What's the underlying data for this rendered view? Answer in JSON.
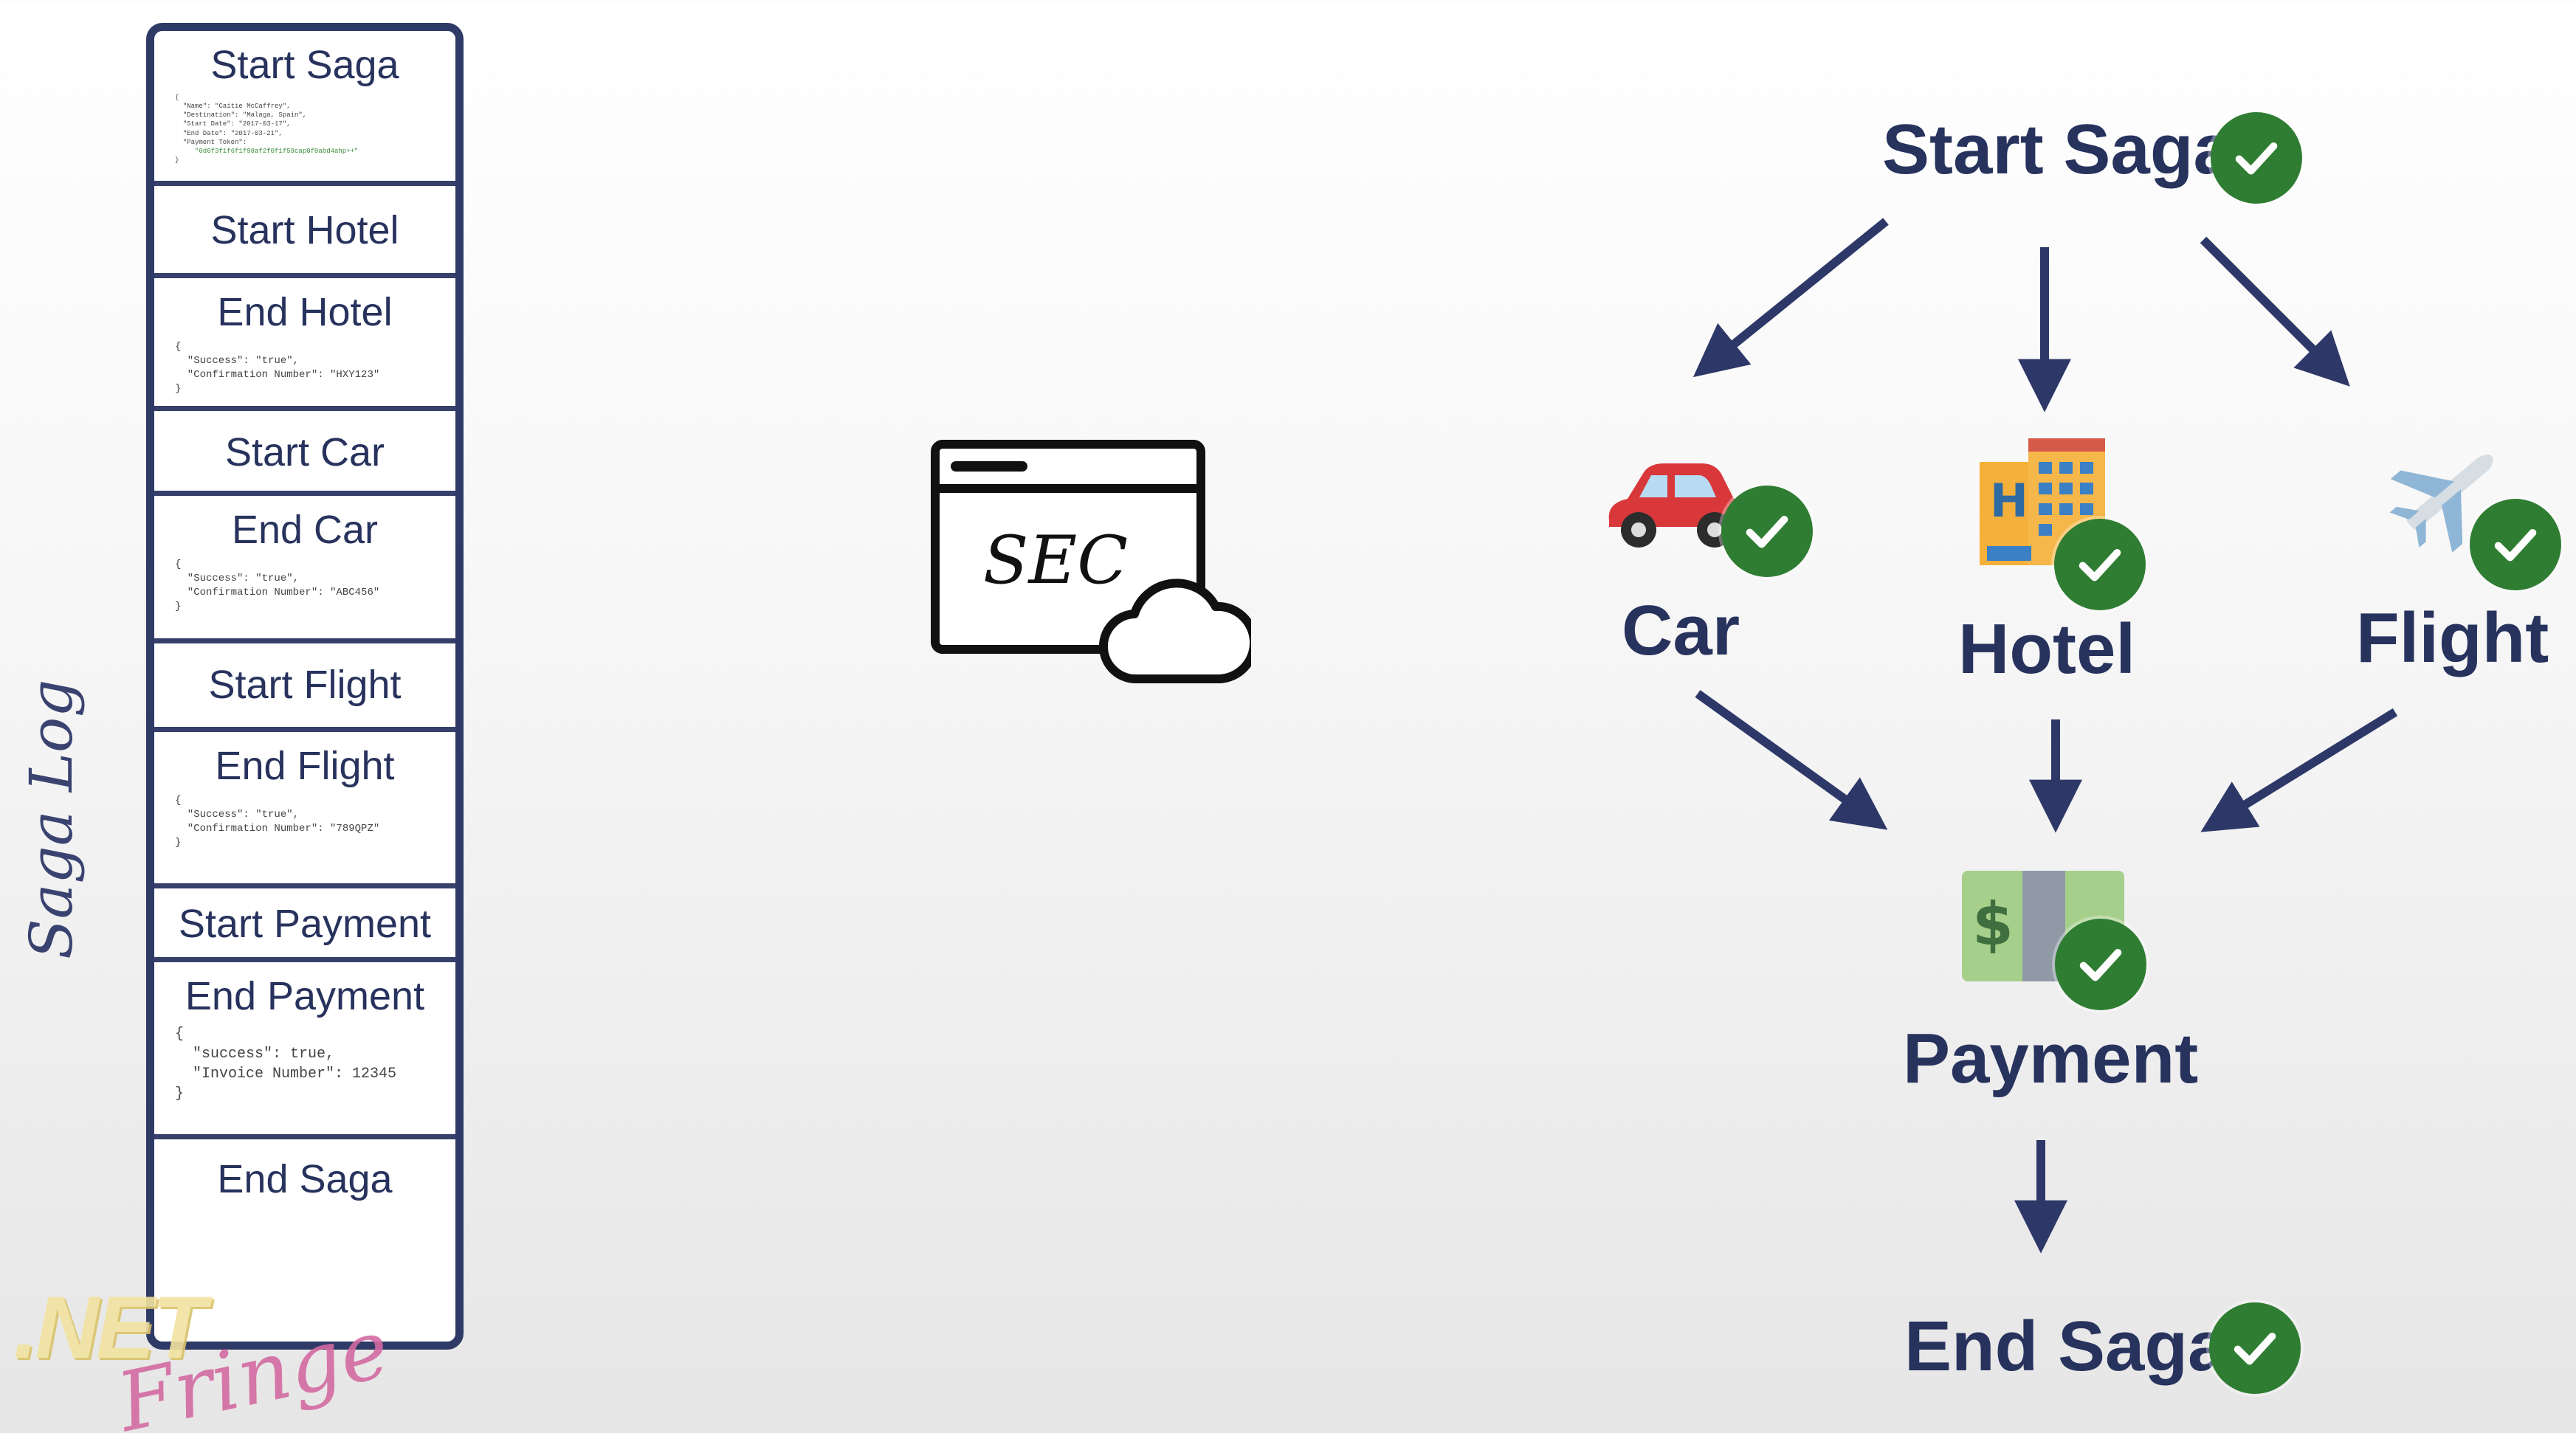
{
  "saga_log": {
    "label": "Saga Log",
    "entries": [
      {
        "title": "Start Saga",
        "json_lines": [
          "{",
          "  \"Name\": \"Caitie McCaffrey\",",
          "  \"Destination\": \"Malaga, Spain\",",
          "  \"Start Date\": \"2017-03-17\",",
          "  \"End Date\": \"2017-03-21\",",
          "  \"Payment Token\":",
          "     \"0d0f3f1f6f1f98af2f0f1f59cap0f0abd4ahp++\"",
          "}"
        ]
      },
      {
        "title": "Start Hotel",
        "json_lines": []
      },
      {
        "title": "End Hotel",
        "json_lines": [
          "{",
          "  \"Success\": \"true\",",
          "  \"Confirmation Number\": \"HXY123\"",
          "}"
        ]
      },
      {
        "title": "Start Car",
        "json_lines": []
      },
      {
        "title": "End Car",
        "json_lines": [
          "{",
          "  \"Success\": \"true\",",
          "  \"Confirmation Number\": \"ABC456\"",
          "}"
        ]
      },
      {
        "title": "Start Flight",
        "json_lines": []
      },
      {
        "title": "End Flight",
        "json_lines": [
          "{",
          "  \"Success\": \"true\",",
          "  \"Confirmation Number\": \"789QPZ\"",
          "}"
        ]
      },
      {
        "title": "Start Payment",
        "json_lines": []
      },
      {
        "title": "End Payment",
        "json_lines": [
          "{",
          "  \"success\": true,",
          "  \"Invoice Number\": 12345",
          "}"
        ]
      },
      {
        "title": "End Saga",
        "json_lines": []
      }
    ]
  },
  "sec": {
    "label": "SEC",
    "icon": "browser-window-cloud-icon"
  },
  "flow": {
    "start": "Start Saga",
    "car": "Car",
    "hotel": "Hotel",
    "flight": "Flight",
    "payment": "Payment",
    "end": "End Saga",
    "icons": [
      "car-icon",
      "hotel-icon",
      "airplane-icon",
      "money-icon",
      "check-icon"
    ]
  },
  "watermark": {
    "net": ".NET",
    "fringe": "Fringe"
  },
  "colors": {
    "navy": "#27325d",
    "check_green": "#2f7d32",
    "car_red": "#d9383a",
    "money_green": "#8fbf72"
  }
}
